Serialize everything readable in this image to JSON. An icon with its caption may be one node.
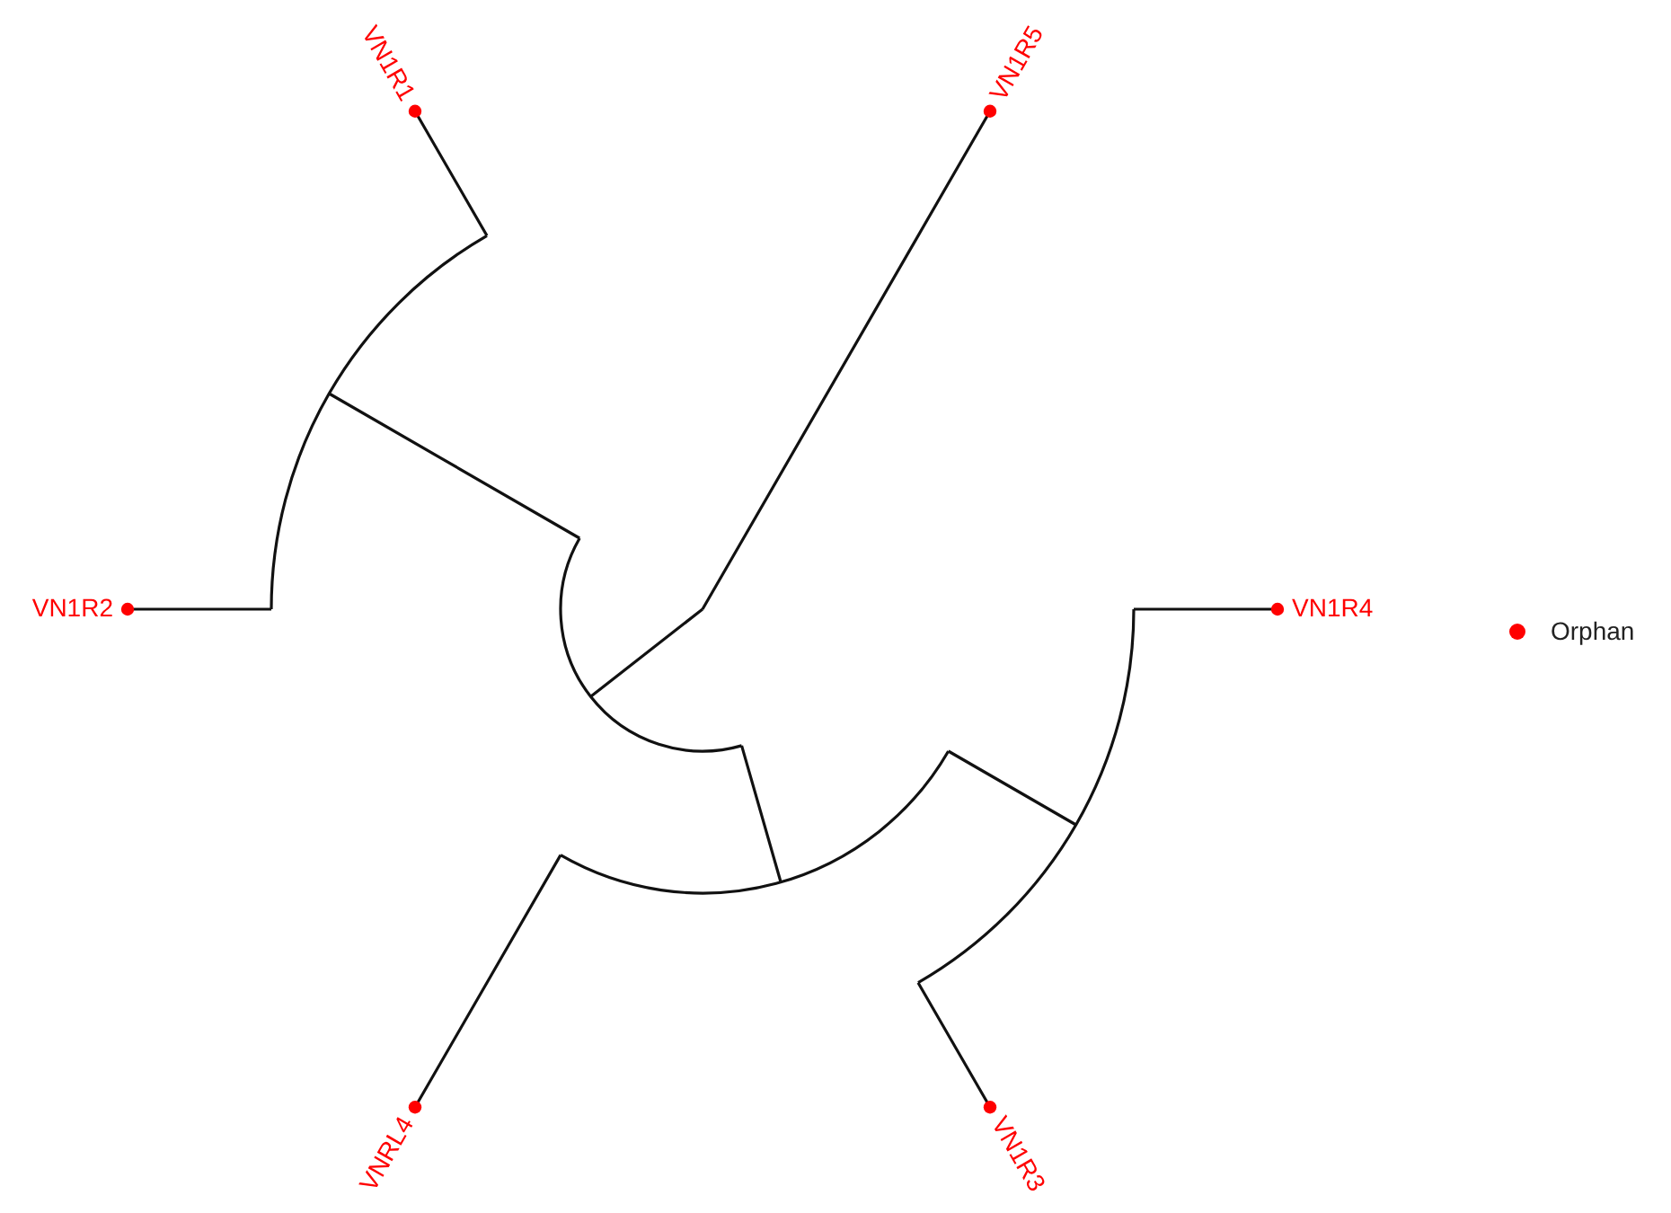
{
  "diagram": {
    "labels": [
      "VN1R1",
      "VN1R5",
      "VN1R2",
      "VN1R4",
      "VNRL4",
      "VN1R3"
    ],
    "legend": [
      {
        "text": "Orphan",
        "color": "#ff0000"
      }
    ]
  }
}
